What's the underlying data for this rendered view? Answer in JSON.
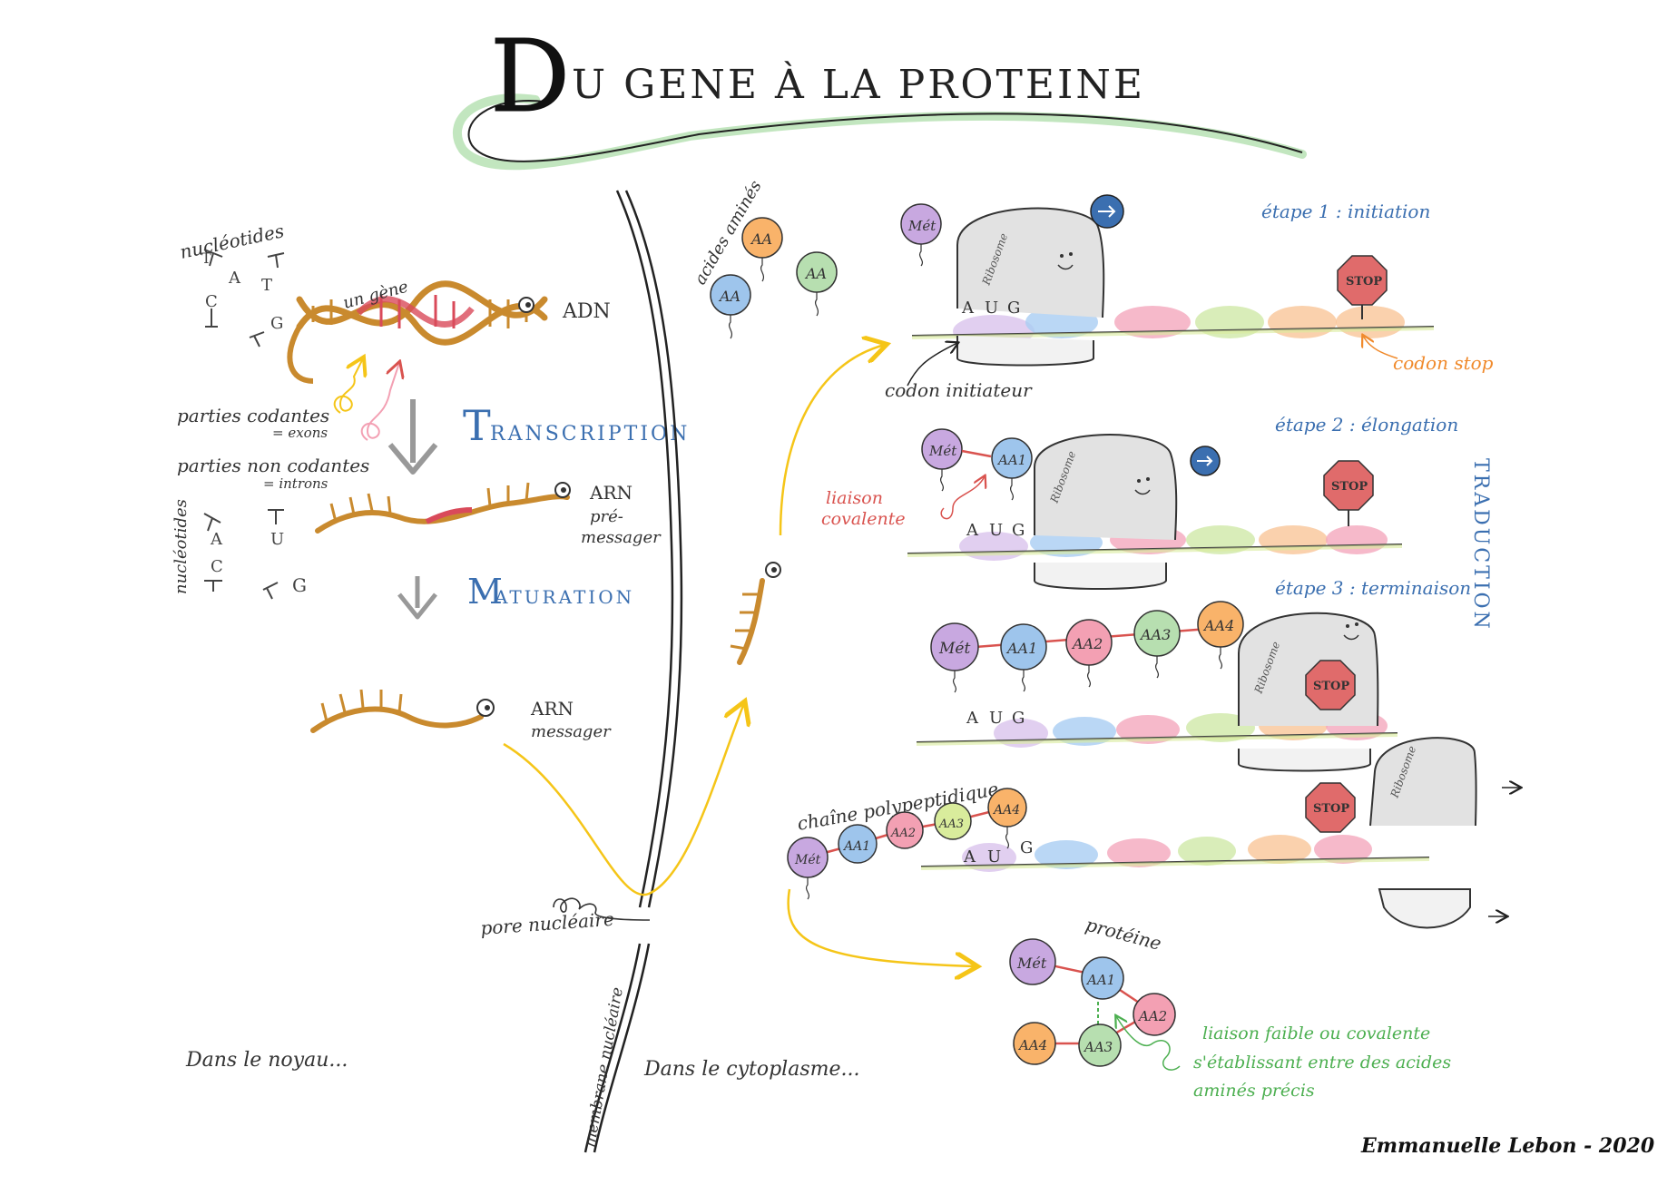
{
  "title": {
    "initial": "D",
    "rest": "U GENE À LA PROTEINE"
  },
  "nucleus": {
    "nucleotides_label": "nucléotides",
    "nucleotides_letters": [
      "T",
      "A",
      "T",
      "C",
      "G"
    ],
    "gene_label": "un gène",
    "adn_label": "ADN",
    "exons_label": "parties codantes",
    "exons_sub": "= exons",
    "introns_label": "parties non codantes",
    "introns_sub": "= introns",
    "transcription_initial": "T",
    "transcription_rest": "RANSCRIPTION",
    "nucleotides_label_2": "nucléotides",
    "nucleotides_letters_2": [
      "A",
      "C",
      "U",
      "G"
    ],
    "arn_pre_line1": "ARN",
    "arn_pre_line2": "pré-",
    "arn_pre_line3": "messager",
    "maturation_initial": "M",
    "maturation_rest": "ATURATION",
    "arn_m_line1": "ARN",
    "arn_m_line2": "messager",
    "pore_label": "pore nucléaire",
    "membrane_label": "membrane nucléaire",
    "nucleus_caption": "Dans le noyau..."
  },
  "cytoplasm": {
    "amino_label": "acides aminés",
    "aa": "AA",
    "caption": "Dans le cytoplasme..."
  },
  "translation": {
    "vertical_title": "TRADUCTION",
    "ribosome": "Ribosome",
    "met": "Mét",
    "stop": "STOP",
    "codon_aug": [
      "A",
      "U",
      "G"
    ],
    "step1_label": "étape 1 : initiation",
    "codon_init_label": "codon initiateur",
    "codon_stop_label": "codon stop",
    "step2_label": "étape 2 : élongation",
    "covalent_line1": "liaison",
    "covalent_line2": "covalente",
    "step3_label": "étape 3 : terminaison",
    "aa_chain": [
      "AA1",
      "AA2",
      "AA3",
      "AA4"
    ],
    "chain_label": "chaîne polypeptidique",
    "protein_label": "protéine",
    "weak_line1": "liaison faible ou covalente",
    "weak_line2": "s'établissant entre des acides",
    "weak_line3": "aminés précis"
  },
  "signature": "Emmanuelle Lebon - 2020",
  "colors": {
    "title_green": "#8fd18a",
    "blue_label": "#3b6fb0",
    "red_label": "#d9534f",
    "green_label": "#4caf50",
    "orange_label": "#f08a2c",
    "arrow_yellow": "#f5c518",
    "dna_orange": "#c98a2e",
    "dna_red": "#d94a5a",
    "met_purple": "#c8a8e0",
    "aa_blue": "#9ec5ec",
    "aa_orange": "#f9b36a",
    "aa_green": "#b7dfb0",
    "aa_pink": "#f3a0b3",
    "aa_yellowgreen": "#d9ec9c",
    "stop_red": "#e06b6b",
    "ribosome_grey": "#cfcfcf",
    "codon_pink": "#f4a7bd",
    "codon_blue": "#a9cdf2",
    "codon_green": "#cfe9a8",
    "codon_orange": "#f9c699",
    "codon_purple": "#d9c3ec"
  }
}
